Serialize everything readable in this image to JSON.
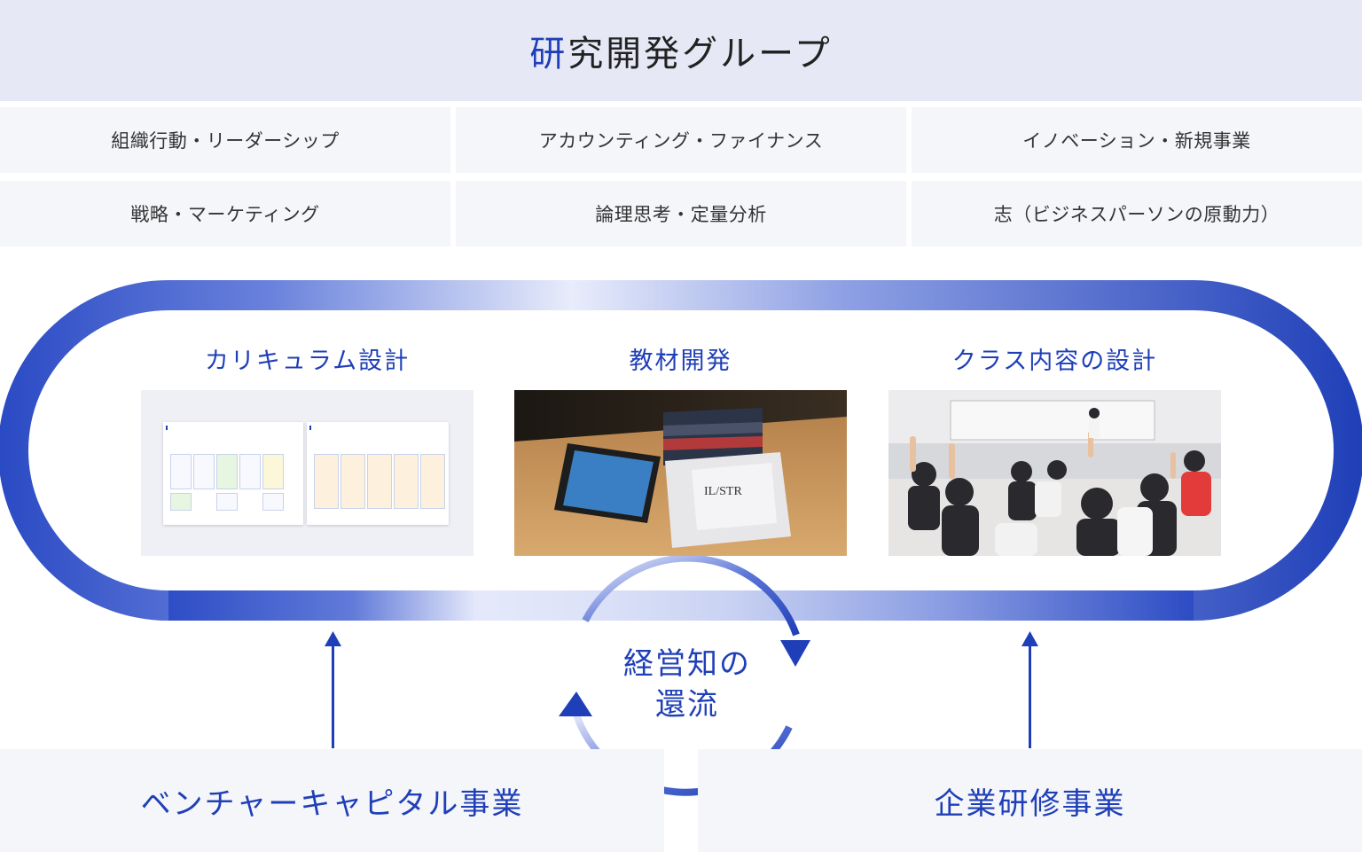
{
  "header": {
    "title_accent": "研",
    "title_rest": "究開発グループ"
  },
  "topics": [
    "組織行動・リーダーシップ",
    "アカウンティング・ファイナンス",
    "イノベーション・新規事業",
    "戦略・マーケティング",
    "論理思考・定量分析",
    "志（ビジネスパーソンの原動力）"
  ],
  "activities": [
    {
      "title": "カリキュラム設計"
    },
    {
      "title": "教材開発"
    },
    {
      "title": "クラス内容の設計"
    }
  ],
  "center_cycle": {
    "line1": "経営知の",
    "line2": "還流"
  },
  "sources": [
    {
      "label": "ベンチャーキャピタル事業"
    },
    {
      "label": "企業研修事業"
    }
  ],
  "colors": {
    "accent": "#1f3fb8",
    "header_bg": "#e6e9f5",
    "cell_bg": "#f5f6fa"
  }
}
